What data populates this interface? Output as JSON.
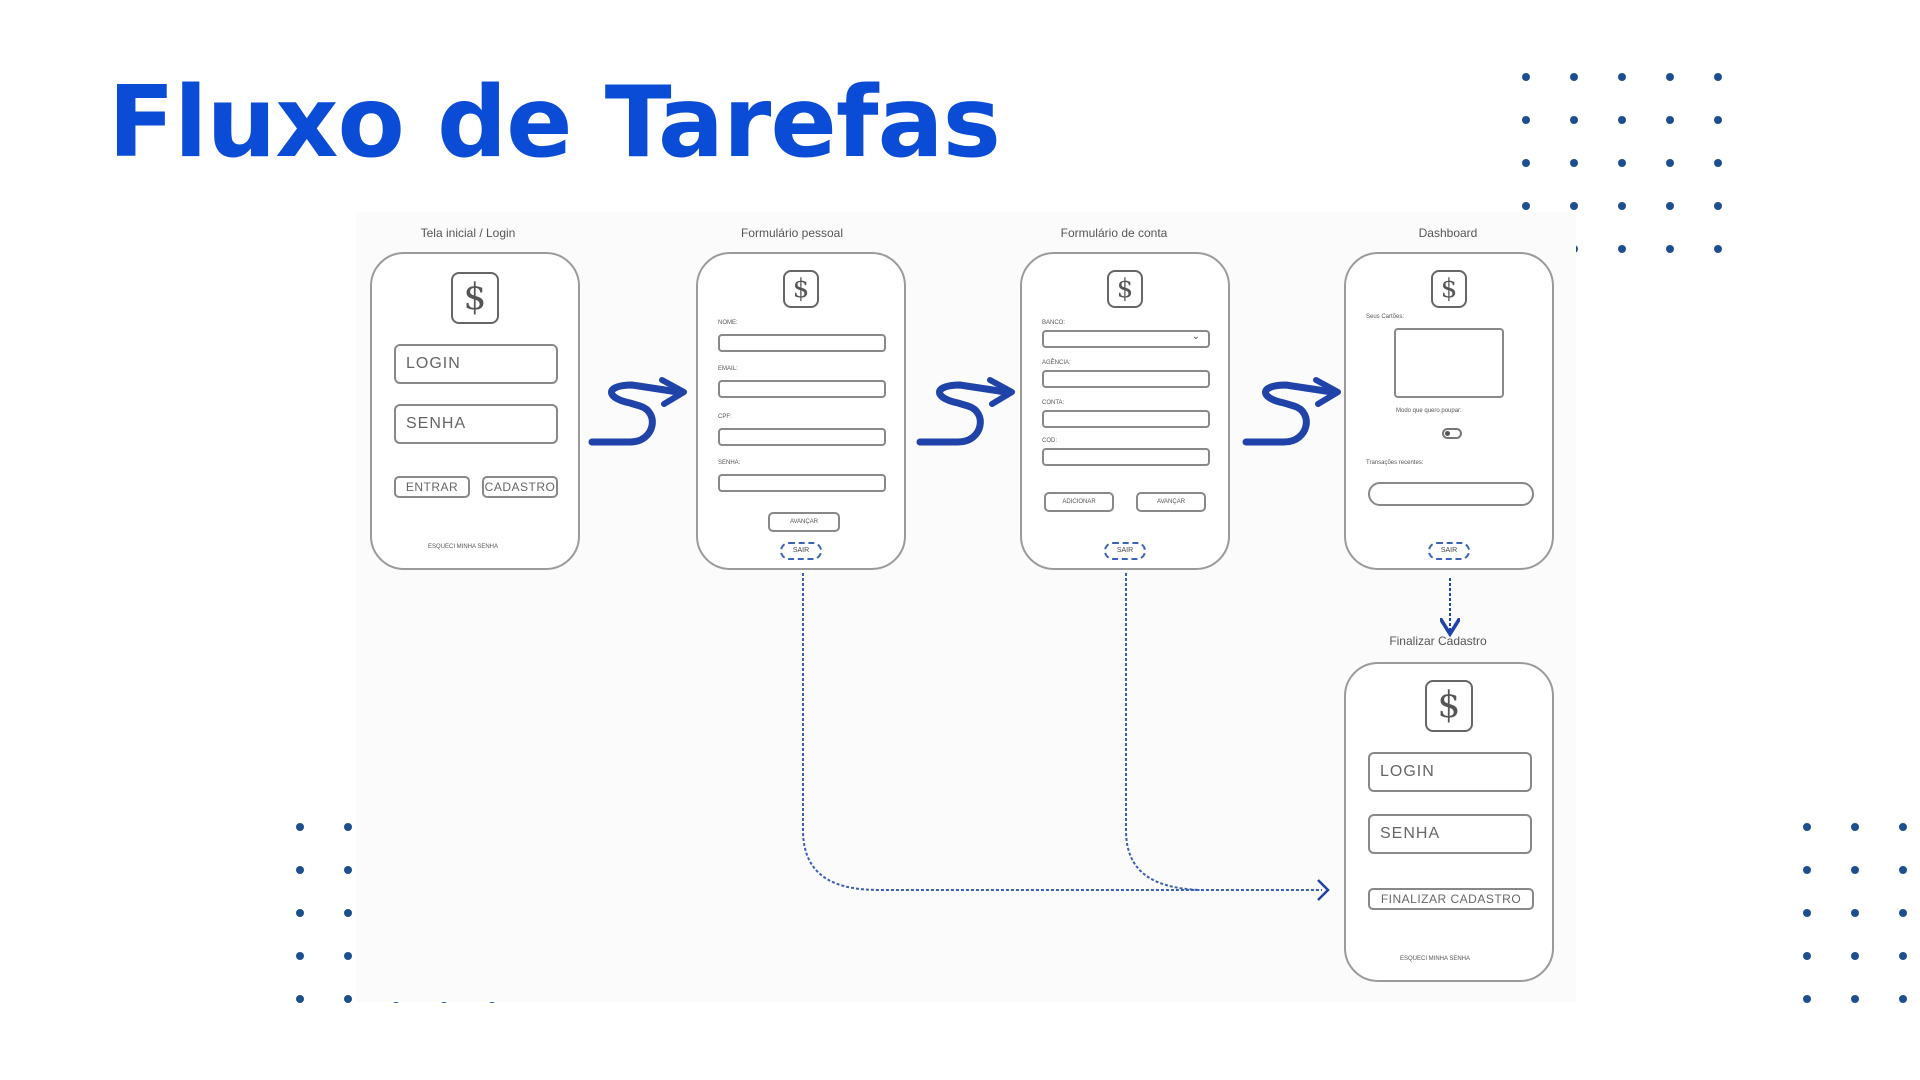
{
  "page": {
    "title": "Fluxo de Tarefas"
  },
  "screens": {
    "login": {
      "title": "Tela inicial / Login",
      "icon": "dollar-icon",
      "login_field": "LOGIN",
      "password_field": "SENHA",
      "enter_button": "ENTRAR",
      "register_button": "CADASTRO",
      "forgot_link": "ESQUECI MINHA SENHA"
    },
    "personal": {
      "title": "Formulário pessoal",
      "icon": "dollar-icon",
      "labels": [
        "NOME:",
        "EMAIL:",
        "CPF:",
        "SENHA:"
      ],
      "advance_button": "AVANÇAR",
      "exit_button": "SAIR"
    },
    "account": {
      "title": "Formulário de conta",
      "icon": "dollar-icon",
      "labels": [
        "BANCO:",
        "AGÊNCIA:",
        "CONTA:",
        "COD:"
      ],
      "add_button": "ADICIONAR",
      "advance_button": "AVANÇAR",
      "exit_button": "SAIR"
    },
    "dashboard": {
      "title": "Dashboard",
      "icon": "dollar-icon",
      "cards_label": "Seus Cartões:",
      "save_mode_label": "Modo que quero poupar:",
      "recent_label": "Transações recentes:",
      "exit_button": "SAIR"
    },
    "finish": {
      "title": "Finalizar Cadastro",
      "icon": "dollar-icon",
      "login_field": "LOGIN",
      "password_field": "SENHA",
      "finish_button": "FINALIZAR CADASTRO",
      "forgot_link": "ESQUECI MINHA SENHA"
    }
  },
  "colors": {
    "title": "#0a4cd6",
    "arrow": "#1f43a8",
    "dots": "#1d4f8f",
    "wireframe": "#9a9a9a"
  }
}
